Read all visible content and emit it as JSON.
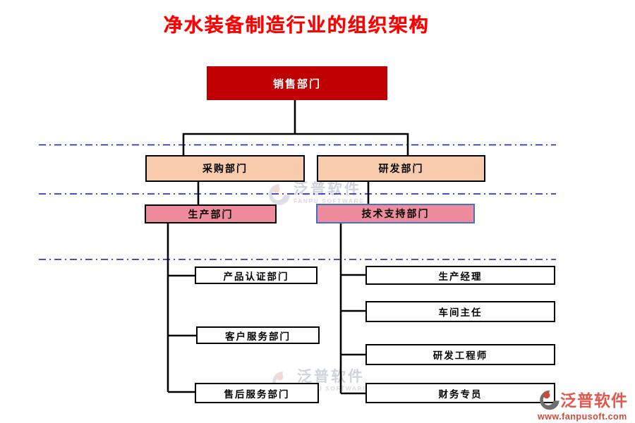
{
  "page": {
    "title": "净水装备制造行业的组织架构"
  },
  "nodes": {
    "sales": "销售部门",
    "procurement": "采购部门",
    "rnd": "研发部门",
    "production": "生产部门",
    "tech_support": "技术支持部门",
    "product_cert": "产品认证部门",
    "customer_service": "客户服务部门",
    "after_sales": "售后服务部门",
    "prod_manager": "生产经理",
    "workshop_director": "车间主任",
    "rnd_engineer": "研发工程师",
    "finance_specialist": "财务专员"
  },
  "hierarchy": [
    {
      "parent": "销售部门",
      "children": [
        "采购部门",
        "研发部门"
      ]
    },
    {
      "parent": "采购部门",
      "children": [
        "生产部门"
      ]
    },
    {
      "parent": "研发部门",
      "children": [
        "技术支持部门"
      ]
    },
    {
      "parent": "生产部门",
      "children": [
        "产品认证部门",
        "客户服务部门",
        "售后服务部门"
      ]
    },
    {
      "parent": "技术支持部门",
      "children": [
        "生产经理",
        "车间主任",
        "研发工程师",
        "财务专员"
      ]
    }
  ],
  "watermark": {
    "name": "泛普软件",
    "subtitle": "FANPU SOFTWARE"
  },
  "footer_logo": {
    "name": "泛普软件",
    "url": "www.fanpusoft.com"
  },
  "colors": {
    "title": "#FF0000",
    "root_fill": "#C00000",
    "root_text": "#FFFFFF",
    "level2_fill": "#F8CBAD",
    "level3_fill": "#EE8C9D",
    "tech_support_border": "#4472C4",
    "guide_line": "#1414B8",
    "connector": "#000000",
    "logo_red": "#E2574C"
  }
}
